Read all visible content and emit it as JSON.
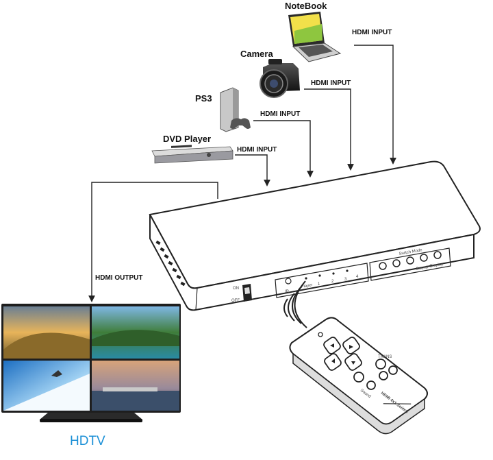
{
  "devices": {
    "notebook": "NoteBook",
    "camera": "Camera",
    "ps3": "PS3",
    "dvd": "DVD Player",
    "hdtv": "HDTV"
  },
  "connections": {
    "hdmi_input": "HDMI INPUT",
    "hdmi_output": "HDMI OUTPUT"
  },
  "switch_panel": {
    "player_label": "Player",
    "player_numbers": [
      "1",
      "2",
      "3",
      "4"
    ],
    "ir_label": "IR",
    "switch_mode_label": "Switch Mode",
    "sound_label": "Sound",
    "display_label": "Display",
    "on_label": "ON",
    "off_label": "OFF"
  },
  "remote": {
    "model_text": "HDMI 4x1 Switch",
    "trans_label": "TRANS",
    "sound_label": "Sound"
  },
  "colors": {
    "hdtv_label": "#1a8fd6",
    "lines": "#222222",
    "device_body": "#f7f7f7"
  }
}
